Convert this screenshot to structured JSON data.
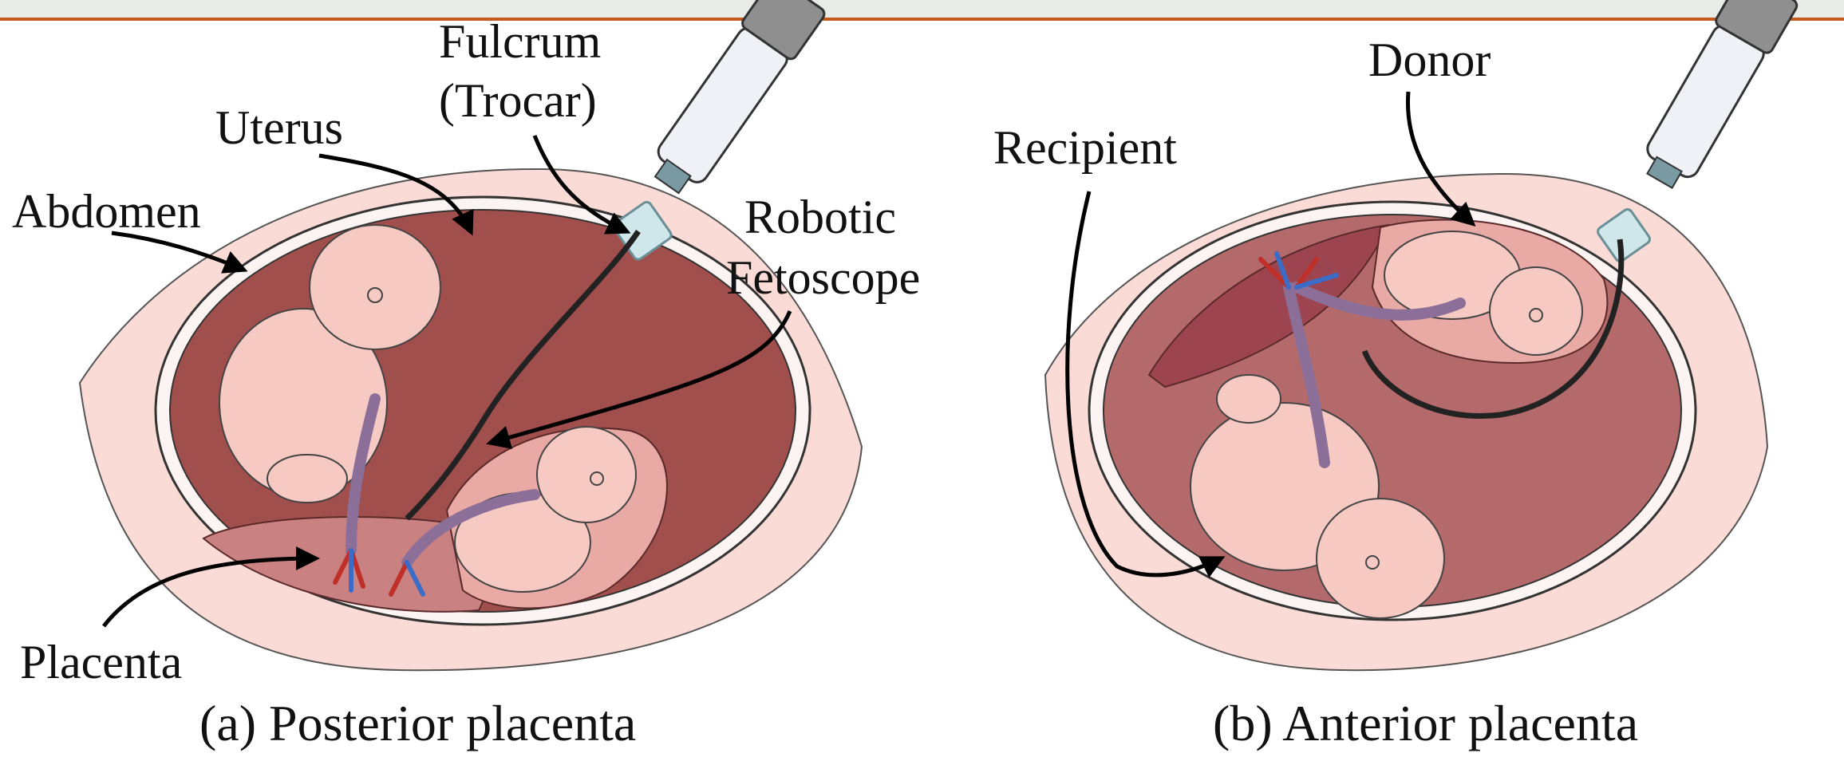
{
  "panels": {
    "a": {
      "caption": "(a) Posterior placenta",
      "labels": {
        "abdomen": "Abdomen",
        "uterus": "Uterus",
        "fulcrum_line1": "Fulcrum",
        "fulcrum_line2": "(Trocar)",
        "fetoscope_line1": "Robotic",
        "fetoscope_line2": "Fetoscope",
        "placenta": "Placenta"
      }
    },
    "b": {
      "caption": "(b) Anterior placenta",
      "labels": {
        "recipient": "Recipient",
        "donor": "Donor"
      }
    }
  },
  "colors": {
    "accent_bar": "#c25a1e",
    "skin": "#fadbd6",
    "uterus_dark": "#a14f4c",
    "uterus_light": "#b46a6a",
    "placenta": "#c98181",
    "fetus": "#f6c9c3",
    "cord": "#8c6f98"
  }
}
